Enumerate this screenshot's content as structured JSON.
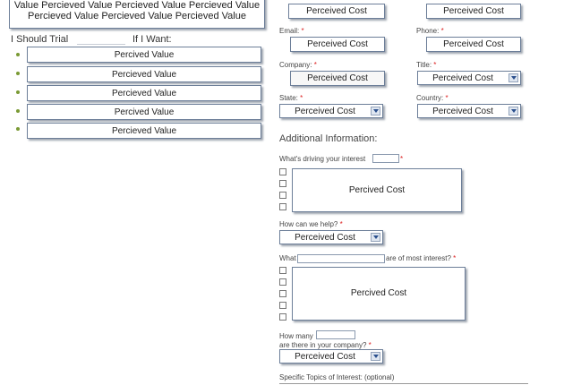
{
  "left_panel": {
    "top_box_line1": "Value Percieved Value Percieved Value Percieved Value",
    "top_box_line2": "Percieved Value Percieved Value Percieved Value",
    "trial_prefix": "I Should Trial",
    "trial_suffix": "If I Want:",
    "bullets": [
      "Percived Value",
      "Percieved Value",
      "Percieved Value",
      "Percived Value",
      "Percieved Value"
    ]
  },
  "form": {
    "email": {
      "label": "Email:",
      "value": "Perceived Cost"
    },
    "phone": {
      "label": "Phone:",
      "value": "Perceived Cost"
    },
    "company": {
      "label": "Company:",
      "value": "Perceived Cost"
    },
    "title": {
      "label": "Title:",
      "value": "Perceived Cost"
    },
    "state": {
      "label": "State:",
      "value": "Perceived Cost"
    },
    "country": {
      "label": "Country:",
      "value": "Perceived Cost"
    },
    "top_left_value": "Perceived Cost",
    "top_right_value": "Perceived Cost",
    "required_mark": "*",
    "additional_title": "Additional Information:",
    "driving": {
      "label": "What's driving your interest",
      "box": "Percived Cost"
    },
    "help": {
      "label": "How can we help?",
      "value": "Perceived Cost"
    },
    "interest": {
      "label_pre": "What",
      "label_post": "are of most interest?",
      "box": "Percived Cost"
    },
    "how_many": {
      "label_line1": "How many",
      "label_line2": "are there in your company?",
      "value": "Perceived Cost"
    },
    "topics_label": "Specific Topics of Interest: (optional)"
  },
  "colors": {
    "border": "#6d7f99",
    "required": "#dd2222",
    "bullet": "#7a9a34",
    "dropdown_arrow": "#2a4f8d"
  }
}
